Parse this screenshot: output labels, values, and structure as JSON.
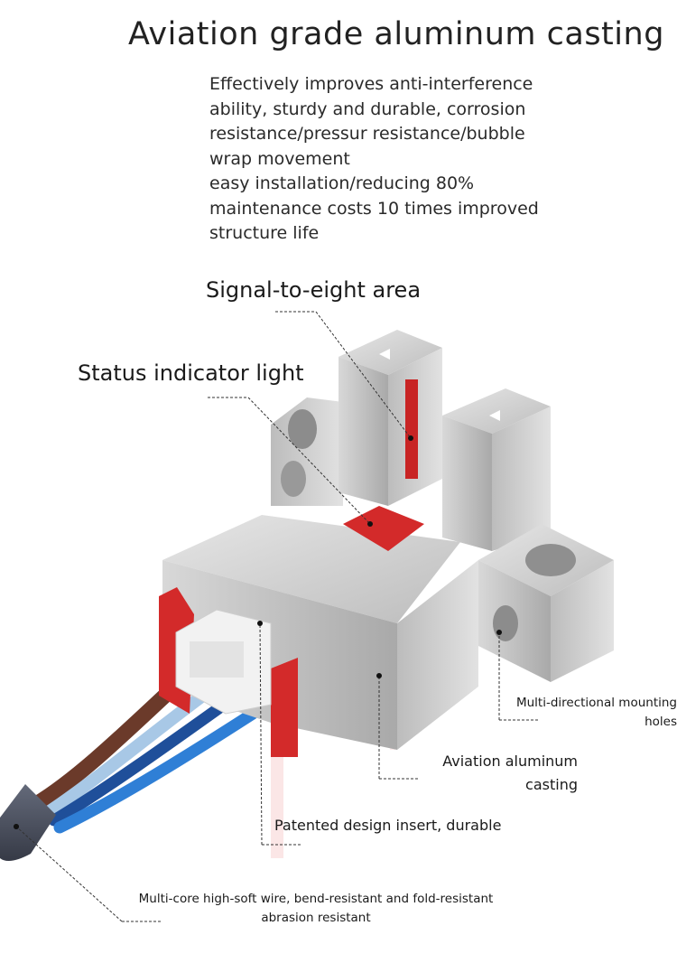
{
  "heading": {
    "title": "Aviation grade aluminum casting"
  },
  "description": {
    "lines": [
      "Effectively improves anti-interference",
      "ability, sturdy and durable, corrosion",
      "resistance/pressur  resistance/bubble",
      "wrap movement",
      "easy installation/reducing 80%",
      "maintenance costs 10 times improved",
      "structure life"
    ]
  },
  "callouts": {
    "signal_area": "Signal-to-eight area",
    "status_light": "Status indicator light",
    "mounting_holes_line1": "Multi-directional mounting",
    "mounting_holes_line2": "holes",
    "aluminum_line1": "Aviation aluminum",
    "aluminum_line2": "casting",
    "insert": "Patented design insert, durable",
    "wire_line1": "Multi-core high-soft wire, bend-resistant and fold-resistant",
    "wire_line2": "abrasion resistant"
  },
  "colors": {
    "accent_red": "#d32a2a",
    "aluminum": "#c9c9c9",
    "wire_brown": "#6b3a2a",
    "wire_blue": "#2f7fd6",
    "wire_light_blue": "#a8c8e6",
    "jacket": "#4a4e5c"
  }
}
